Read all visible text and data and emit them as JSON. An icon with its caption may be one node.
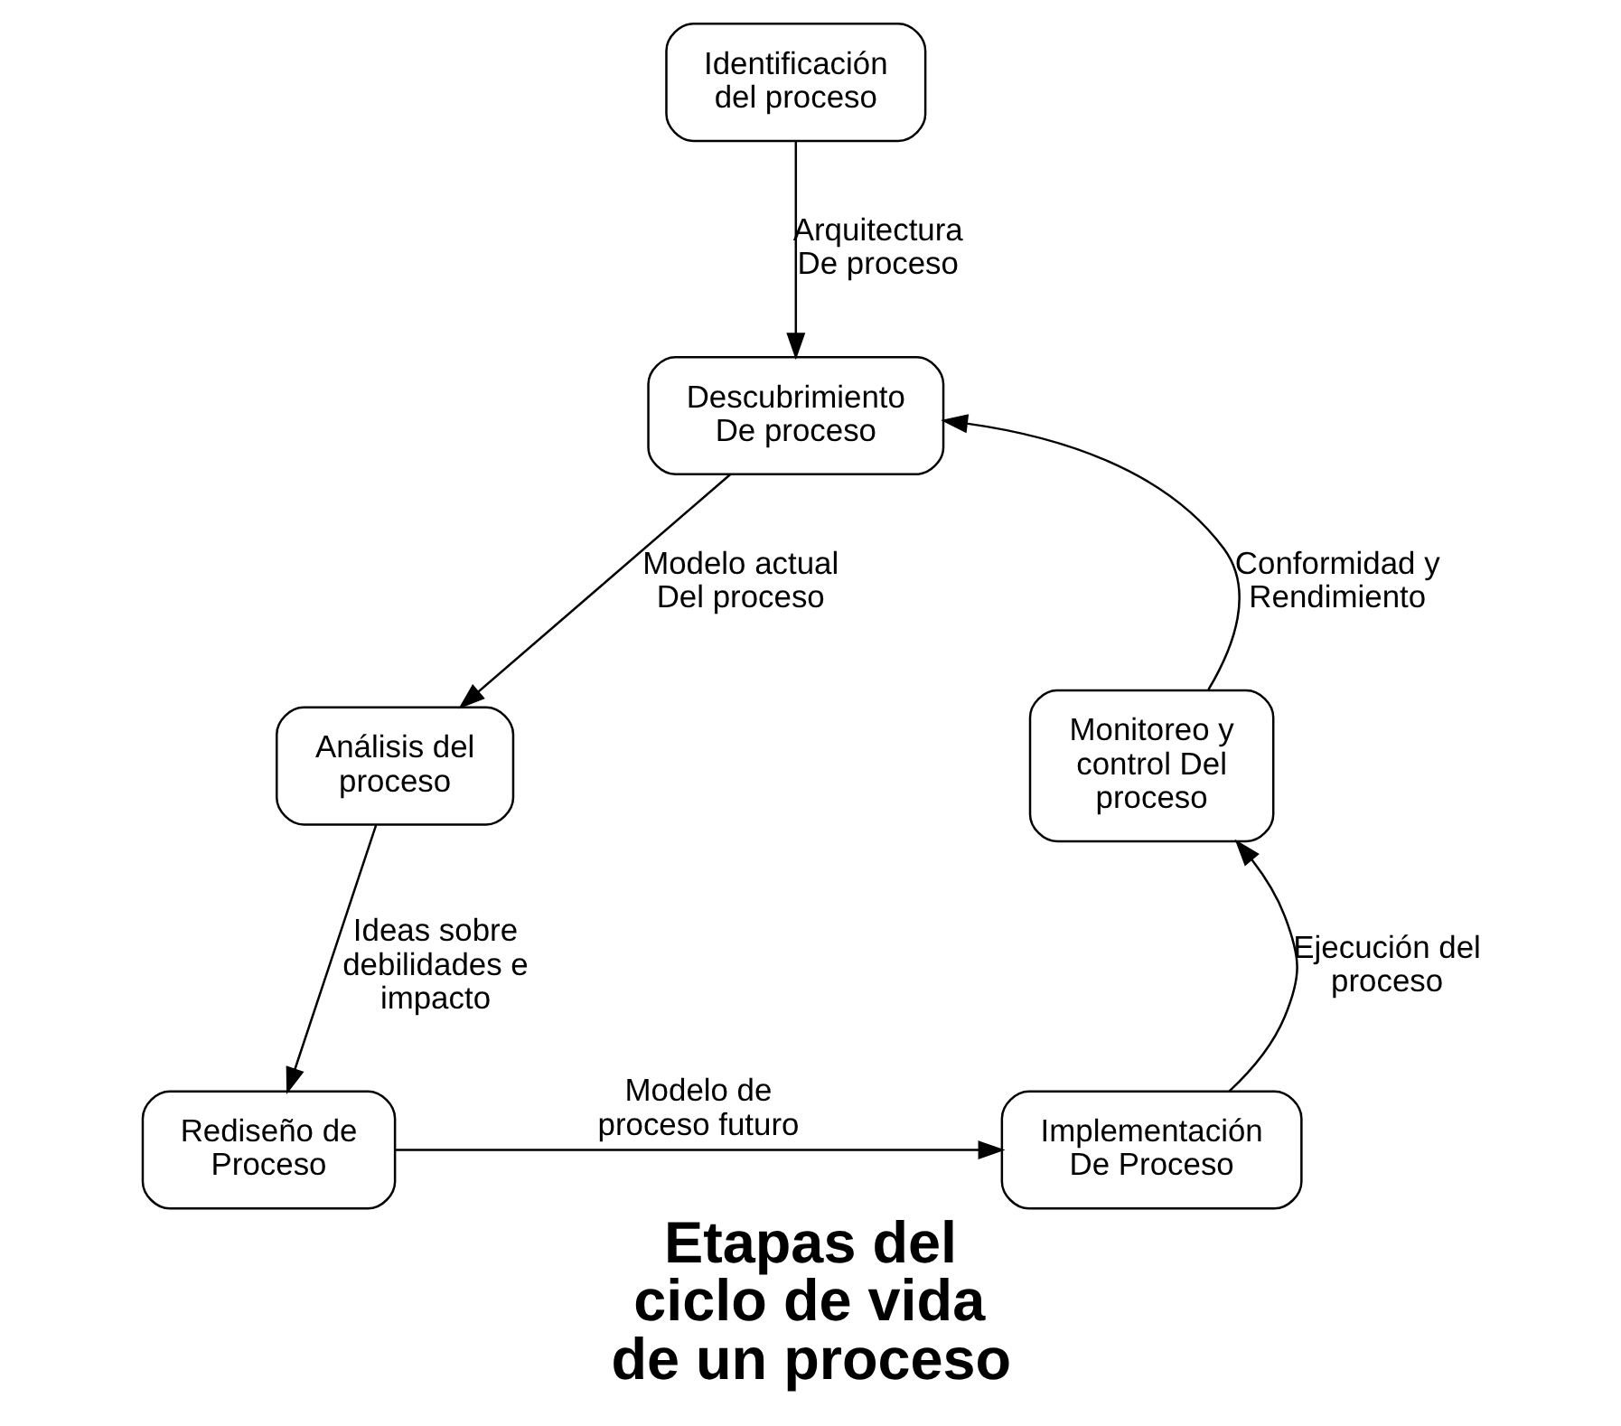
{
  "diagram": {
    "title": "Etapas del ciclo de vida de un proceso",
    "nodes": [
      {
        "text": [
          "Identificación del proceso"
        ]
      },
      {
        "text": [
          "Descubrimiento De proceso"
        ]
      },
      {
        "text": [
          "Análisis del proceso"
        ]
      },
      {
        "text": [
          "Rediseño de Proceso"
        ]
      },
      {
        "text": [
          "Implementación De Proceso"
        ]
      },
      {
        "text": [
          "Monitoreo y control Del proceso"
        ]
      }
    ],
    "edges": [
      {
        "from": 0,
        "to": 1,
        "arrow": "to",
        "label": "Arquitectura De proceso"
      },
      {
        "from": 1,
        "to": 2,
        "arrow": "to",
        "label": "Modelo actual Del proceso"
      },
      {
        "from": 2,
        "to": 3,
        "arrow": "to",
        "label": "Ideas sobre debilidades e impacto"
      },
      {
        "from": 3,
        "to": 4,
        "arrow": "to",
        "label": "Modelo de proceso futuro"
      },
      {
        "from": 4,
        "to": 5,
        "arrow": "to",
        "label": "Ejecución del proceso"
      },
      {
        "from": 5,
        "to": 1,
        "arrow": "to",
        "label": "Conformidad y Rendimiento"
      }
    ]
  }
}
